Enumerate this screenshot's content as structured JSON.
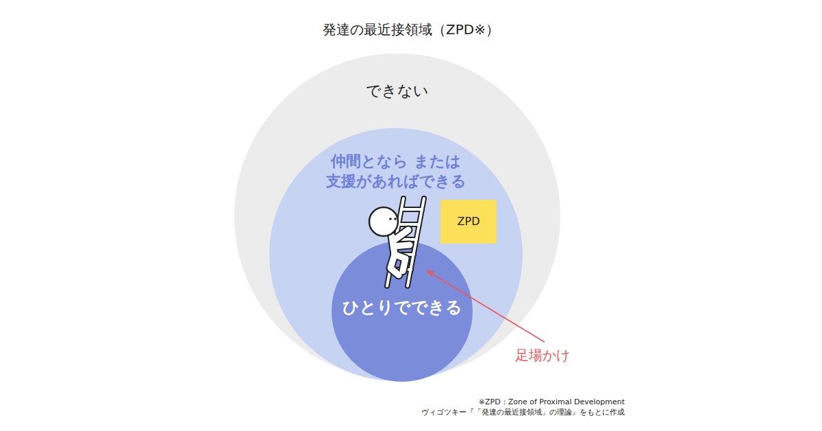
{
  "diagram": {
    "title": "発達の最近接領域（ZPD※）",
    "nodes": [
      {
        "text": [
          "できない"
        ]
      },
      {
        "text": [
          "仲間となら または 支援があればできる"
        ],
        "in": 0
      },
      {
        "text": [
          "ZPD"
        ],
        "in": 1
      },
      {
        "text": [
          "ひとりでできる"
        ],
        "in": 1
      }
    ],
    "labels": [
      "足場かけ",
      "※ZPD：Zone of Proximal Development",
      "ヴィゴツキー『「発達の最近接領域」の理論』をもとに作成"
    ]
  }
}
